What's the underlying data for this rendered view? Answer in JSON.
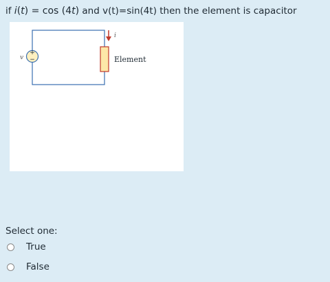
{
  "question": {
    "prefix": "if ",
    "math": "i(t) = cos (4t)",
    "mid": " and v(t)=sin(4t)  then the element is capacitor"
  },
  "figure": {
    "source_label": "v",
    "source_plus": "+",
    "source_minus": "−",
    "current_label": "i",
    "element_label": "Element",
    "colors": {
      "wire": "#3a6fb0",
      "element_fill": "#fde8a8",
      "element_stroke": "#c0392b",
      "source_fill": "#fdf0c0",
      "arrow": "#c0392b"
    }
  },
  "answer": {
    "prompt": "Select one:",
    "options": [
      {
        "label": "True",
        "selected": false
      },
      {
        "label": "False",
        "selected": false
      }
    ]
  }
}
